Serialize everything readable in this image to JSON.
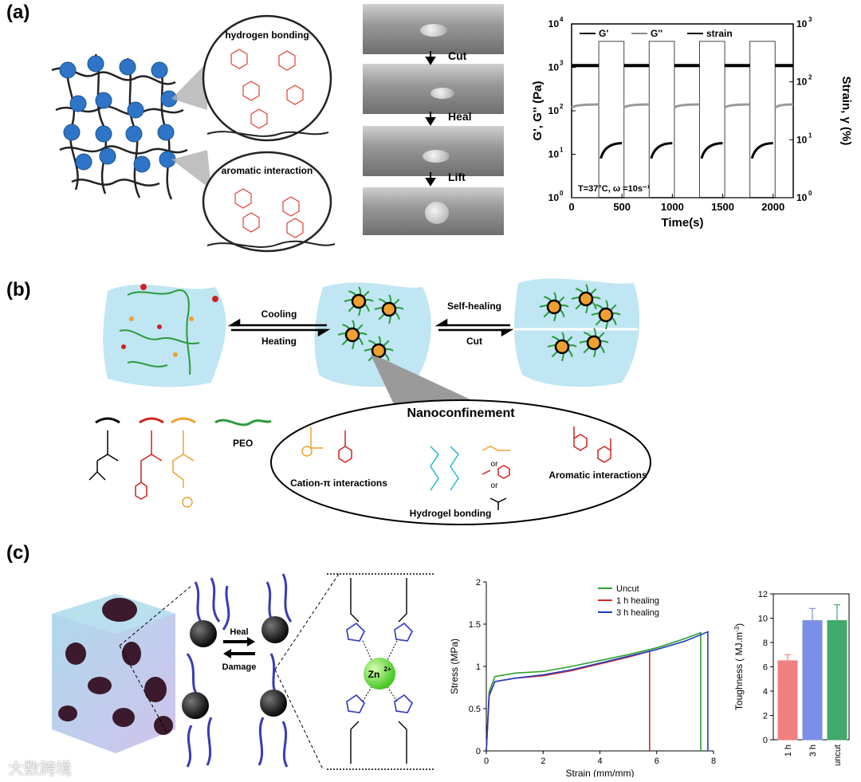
{
  "panels": {
    "a": {
      "label": "(a)",
      "bubble_top": "hydrogen bonding",
      "bubble_bottom": "aromatic interaction",
      "steps": [
        "Cut",
        "Heal",
        "Lift"
      ],
      "chart": {
        "ylabel": "G', G'' (Pa)",
        "y2label": "Strain, γ (%)",
        "xlabel": "Time(s)",
        "xticks": [
          "0",
          "500",
          "1000",
          "1500",
          "2000"
        ],
        "yticks_exp": [
          "0",
          "1",
          "2",
          "3",
          "4"
        ],
        "y2ticks_exp": [
          "0",
          "1",
          "2",
          "3"
        ],
        "legend": [
          "G'",
          "G''",
          "strain"
        ],
        "condition": "T=37°C, ω =10s⁻¹"
      }
    },
    "b": {
      "label": "(b)",
      "arrow_left_top": "Cooling",
      "arrow_left_bottom": "Heating",
      "arrow_right_top": "Self-healing",
      "arrow_right_bottom": "Cut",
      "peo": "PEO",
      "nano_title": "Nanoconfinement",
      "cation_pi": "Cation-π interactions",
      "hbond": "Hydrogel bonding",
      "aromatic": "Aromatic interactions",
      "or": "or"
    },
    "c": {
      "label": "(c)",
      "heal": "Heal",
      "damage": "Damage",
      "zn": "Zn",
      "zn_sup": "2+",
      "watermark": "大数跨境",
      "stress_chart": {
        "xlabel": "Strain (mm/mm)",
        "ylabel": "Stress (MPa)",
        "xticks": [
          "0",
          "2",
          "4",
          "6",
          "8"
        ],
        "yticks": [
          "0",
          "0.5",
          "1",
          "1.5",
          "2"
        ],
        "legend": [
          "Uncut",
          "1 h healing",
          "3 h healing"
        ]
      },
      "tough_chart": {
        "ylabel": "Toughness ( MJ.m",
        "ylabel_sup": "-3",
        "ylabel_end": ")",
        "yticks": [
          "0",
          "2",
          "4",
          "6",
          "8",
          "10",
          "12"
        ],
        "categories": [
          "1 h",
          "3 h",
          "uncut"
        ]
      }
    }
  },
  "chart_data": [
    {
      "type": "line",
      "title": "",
      "xlabel": "Time(s)",
      "ylabel": "G', G'' (Pa)",
      "y2label": "Strain, γ (%)",
      "xlim": [
        0,
        2200
      ],
      "ylim_log": [
        1,
        10000
      ],
      "y2lim_log": [
        1,
        1000
      ],
      "series": [
        {
          "name": "G'",
          "segments": [
            [
              0,
              270,
              1100
            ],
            [
              520,
              770,
              1100
            ],
            [
              1020,
              1270,
              1100
            ],
            [
              1520,
              1770,
              1100
            ],
            [
              2020,
              2200,
              1100
            ]
          ]
        },
        {
          "name": "G''",
          "segments": [
            [
              0,
              270,
              140
            ],
            [
              520,
              770,
              140
            ],
            [
              1020,
              1270,
              140
            ],
            [
              1520,
              1770,
              140
            ],
            [
              2020,
              2200,
              140
            ]
          ]
        },
        {
          "name": "strain",
          "levels": {
            "low": 1,
            "high": 500
          }
        }
      ]
    },
    {
      "type": "line",
      "xlabel": "Strain (mm/mm)",
      "ylabel": "Stress (MPa)",
      "xlim": [
        0,
        8
      ],
      "ylim": [
        0,
        2
      ],
      "series": [
        {
          "name": "Uncut",
          "color": "#2ca02c",
          "x": [
            0,
            0.1,
            0.3,
            1,
            2,
            3,
            4,
            5,
            6,
            7,
            7.55,
            7.55
          ],
          "y": [
            0,
            0.7,
            0.88,
            0.92,
            0.94,
            1.0,
            1.07,
            1.14,
            1.22,
            1.33,
            1.4,
            0
          ]
        },
        {
          "name": "1 h healing",
          "color": "#d62728",
          "x": [
            0,
            0.1,
            0.3,
            1,
            2,
            3,
            4,
            5,
            5.75,
            5.75
          ],
          "y": [
            0,
            0.65,
            0.82,
            0.86,
            0.89,
            0.95,
            1.03,
            1.11,
            1.18,
            0
          ]
        },
        {
          "name": "3 h healing",
          "color": "#1f3fbf",
          "x": [
            0,
            0.1,
            0.3,
            1,
            2,
            3,
            4,
            5,
            6,
            7,
            7.8,
            7.8
          ],
          "y": [
            0,
            0.66,
            0.82,
            0.86,
            0.9,
            0.96,
            1.04,
            1.12,
            1.2,
            1.3,
            1.41,
            0
          ]
        }
      ]
    },
    {
      "type": "bar",
      "ylabel": "Toughness ( MJ.m-3)",
      "ylim": [
        0,
        12
      ],
      "categories": [
        "1 h",
        "3 h",
        "uncut"
      ],
      "values": [
        6.5,
        9.8,
        9.8
      ],
      "errors": [
        0.5,
        1.0,
        1.3
      ],
      "colors": [
        "#f08080",
        "#7b8fe8",
        "#3faa6a"
      ]
    }
  ]
}
